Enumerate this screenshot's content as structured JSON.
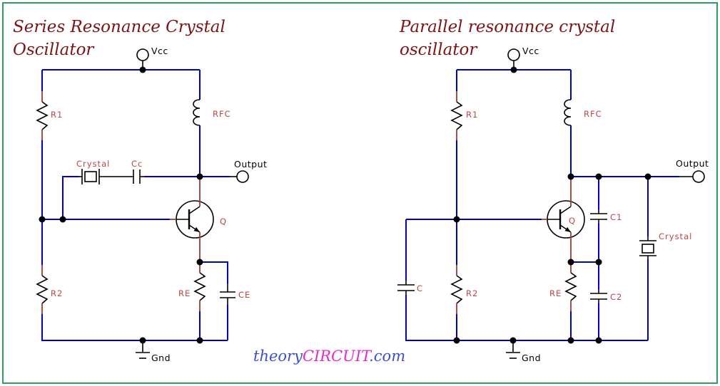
{
  "colors": {
    "border": "#2e9e5e",
    "wire": "#0000cc",
    "lead": "#9c3b33",
    "label": "#bb4747",
    "title": "#7d1315",
    "wmblue": "#3a4fd0",
    "wmmag": "#e829c8"
  },
  "watermark": {
    "theory": "theory",
    "circuit": "CIRCUIT",
    "com": ".com"
  },
  "left": {
    "title_line1": "Series Resonance Crystal",
    "title_line2": "Oscillator",
    "labels": {
      "vcc": "Vcc",
      "r1": "R1",
      "rfc": "RFC",
      "crystal": "Crystal",
      "cc": "Cc",
      "output": "Output",
      "q": "Q",
      "r2": "R2",
      "re": "RE",
      "ce": "CE",
      "gnd": "Gnd"
    }
  },
  "right": {
    "title_line1": "Parallel resonance crystal",
    "title_line2": "oscillator",
    "labels": {
      "vcc": "Vcc",
      "r1": "R1",
      "rfc": "RFC",
      "output": "Output",
      "q": "Q",
      "c": "C",
      "r2": "R2",
      "re": "RE",
      "c1": "C1",
      "c2": "C2",
      "crystal": "Crystal",
      "gnd": "Gnd"
    }
  }
}
